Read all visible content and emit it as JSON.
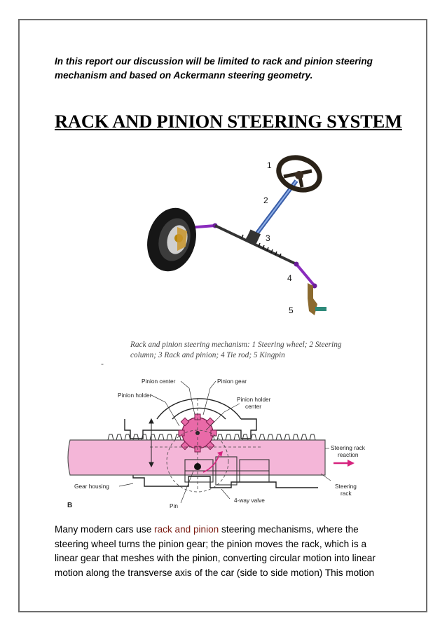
{
  "intro": "In this report our discussion will be limited to rack and pinion steering mechanism and based on Ackermann steering geometry.",
  "heading": "RACK AND PINION STEERING SYSTEM",
  "figure1": {
    "labels": [
      "1",
      "2",
      "3",
      "4",
      "5"
    ],
    "caption": "Rack and pinion steering mechanism: 1 Steering wheel; 2 Steering column; 3 Rack and pinion; 4 Tie rod; 5 Kingpin"
  },
  "stray_mark": "-",
  "figure2": {
    "panel_label": "B",
    "callouts": {
      "pinion_center": "Pinion center",
      "pinion_gear": "Pinion gear",
      "pinion_holder": "Pinion holder",
      "pinion_holder_center_1": "Pinion holder",
      "pinion_holder_center_2": "center",
      "steering_rack_reaction_1": "Steering rack",
      "steering_rack_reaction_2": "reaction",
      "gear_housing": "Gear housing",
      "steering_rack_1": "Steering",
      "steering_rack_2": "rack",
      "pin": "Pin",
      "four_way_valve": "4-way valve"
    }
  },
  "body": {
    "part1": "Many modern cars use ",
    "highlight": "rack and pinion",
    "part2": " steering mechanisms, where the steering wheel turns the pinion gear; the pinion moves the rack, which is a linear gear that meshes with the pinion, converting circular motion into linear motion along the transverse axis of the car (side to side motion) This motion"
  },
  "colors": {
    "link_highlight": "#7a1a10",
    "rack_pink": "#f4b6d8",
    "gear_pink": "#e96aa8",
    "tie_rod_purple": "#8a2bbd",
    "border_gray": "#6e6e6e"
  }
}
